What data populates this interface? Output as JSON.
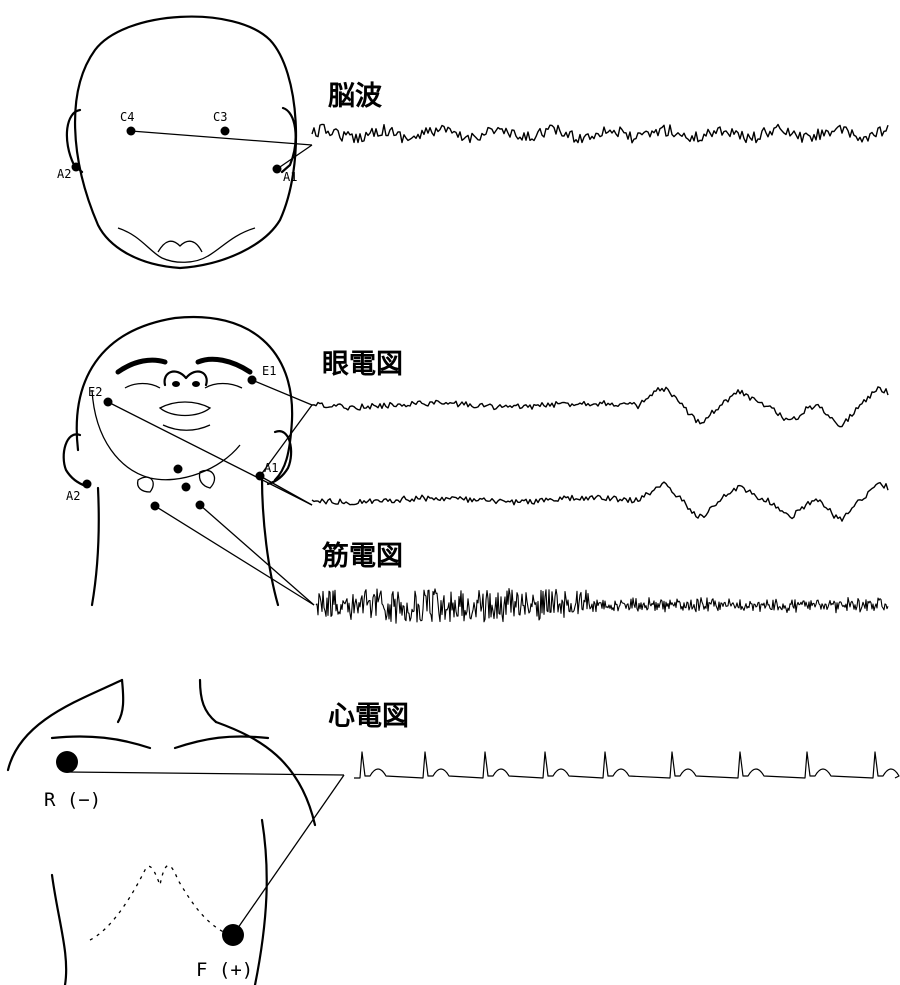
{
  "eeg": {
    "title": "脳波",
    "electrodes": [
      "C4",
      "C3",
      "A2",
      "A1"
    ]
  },
  "eog": {
    "title": "眼電図",
    "electrodes": [
      "E1",
      "E2",
      "A1",
      "A2"
    ]
  },
  "emg": {
    "title": "筋電図"
  },
  "ecg": {
    "title": "心電図",
    "electrodes": [
      "R (−)",
      "F (+)"
    ]
  }
}
